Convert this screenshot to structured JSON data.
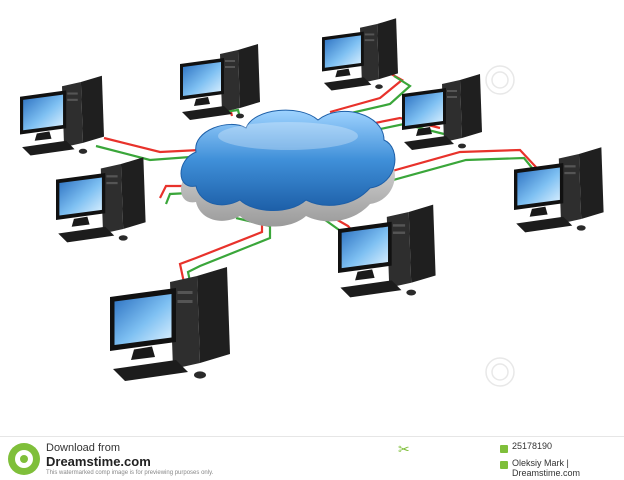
{
  "scene": {
    "description_icons": [
      "cloud-icon",
      "desktop-computer-icon",
      "network-cable-icon"
    ],
    "colors": {
      "cloud": "#3f8fd8",
      "cable_red": "#e8322b",
      "cable_green": "#3aa63a",
      "monitor": "#1a1a1a",
      "screen": "#5aa7e8"
    }
  },
  "footer": {
    "download_label": "Download from",
    "site_name": "Dreamstime.com",
    "disclaimer": "This watermarked comp image is for previewing purposes only.",
    "image_id": "25178190",
    "credit": "Oleksiy Mark | Dreamstime.com",
    "accent_color": "#7fbf3a"
  }
}
